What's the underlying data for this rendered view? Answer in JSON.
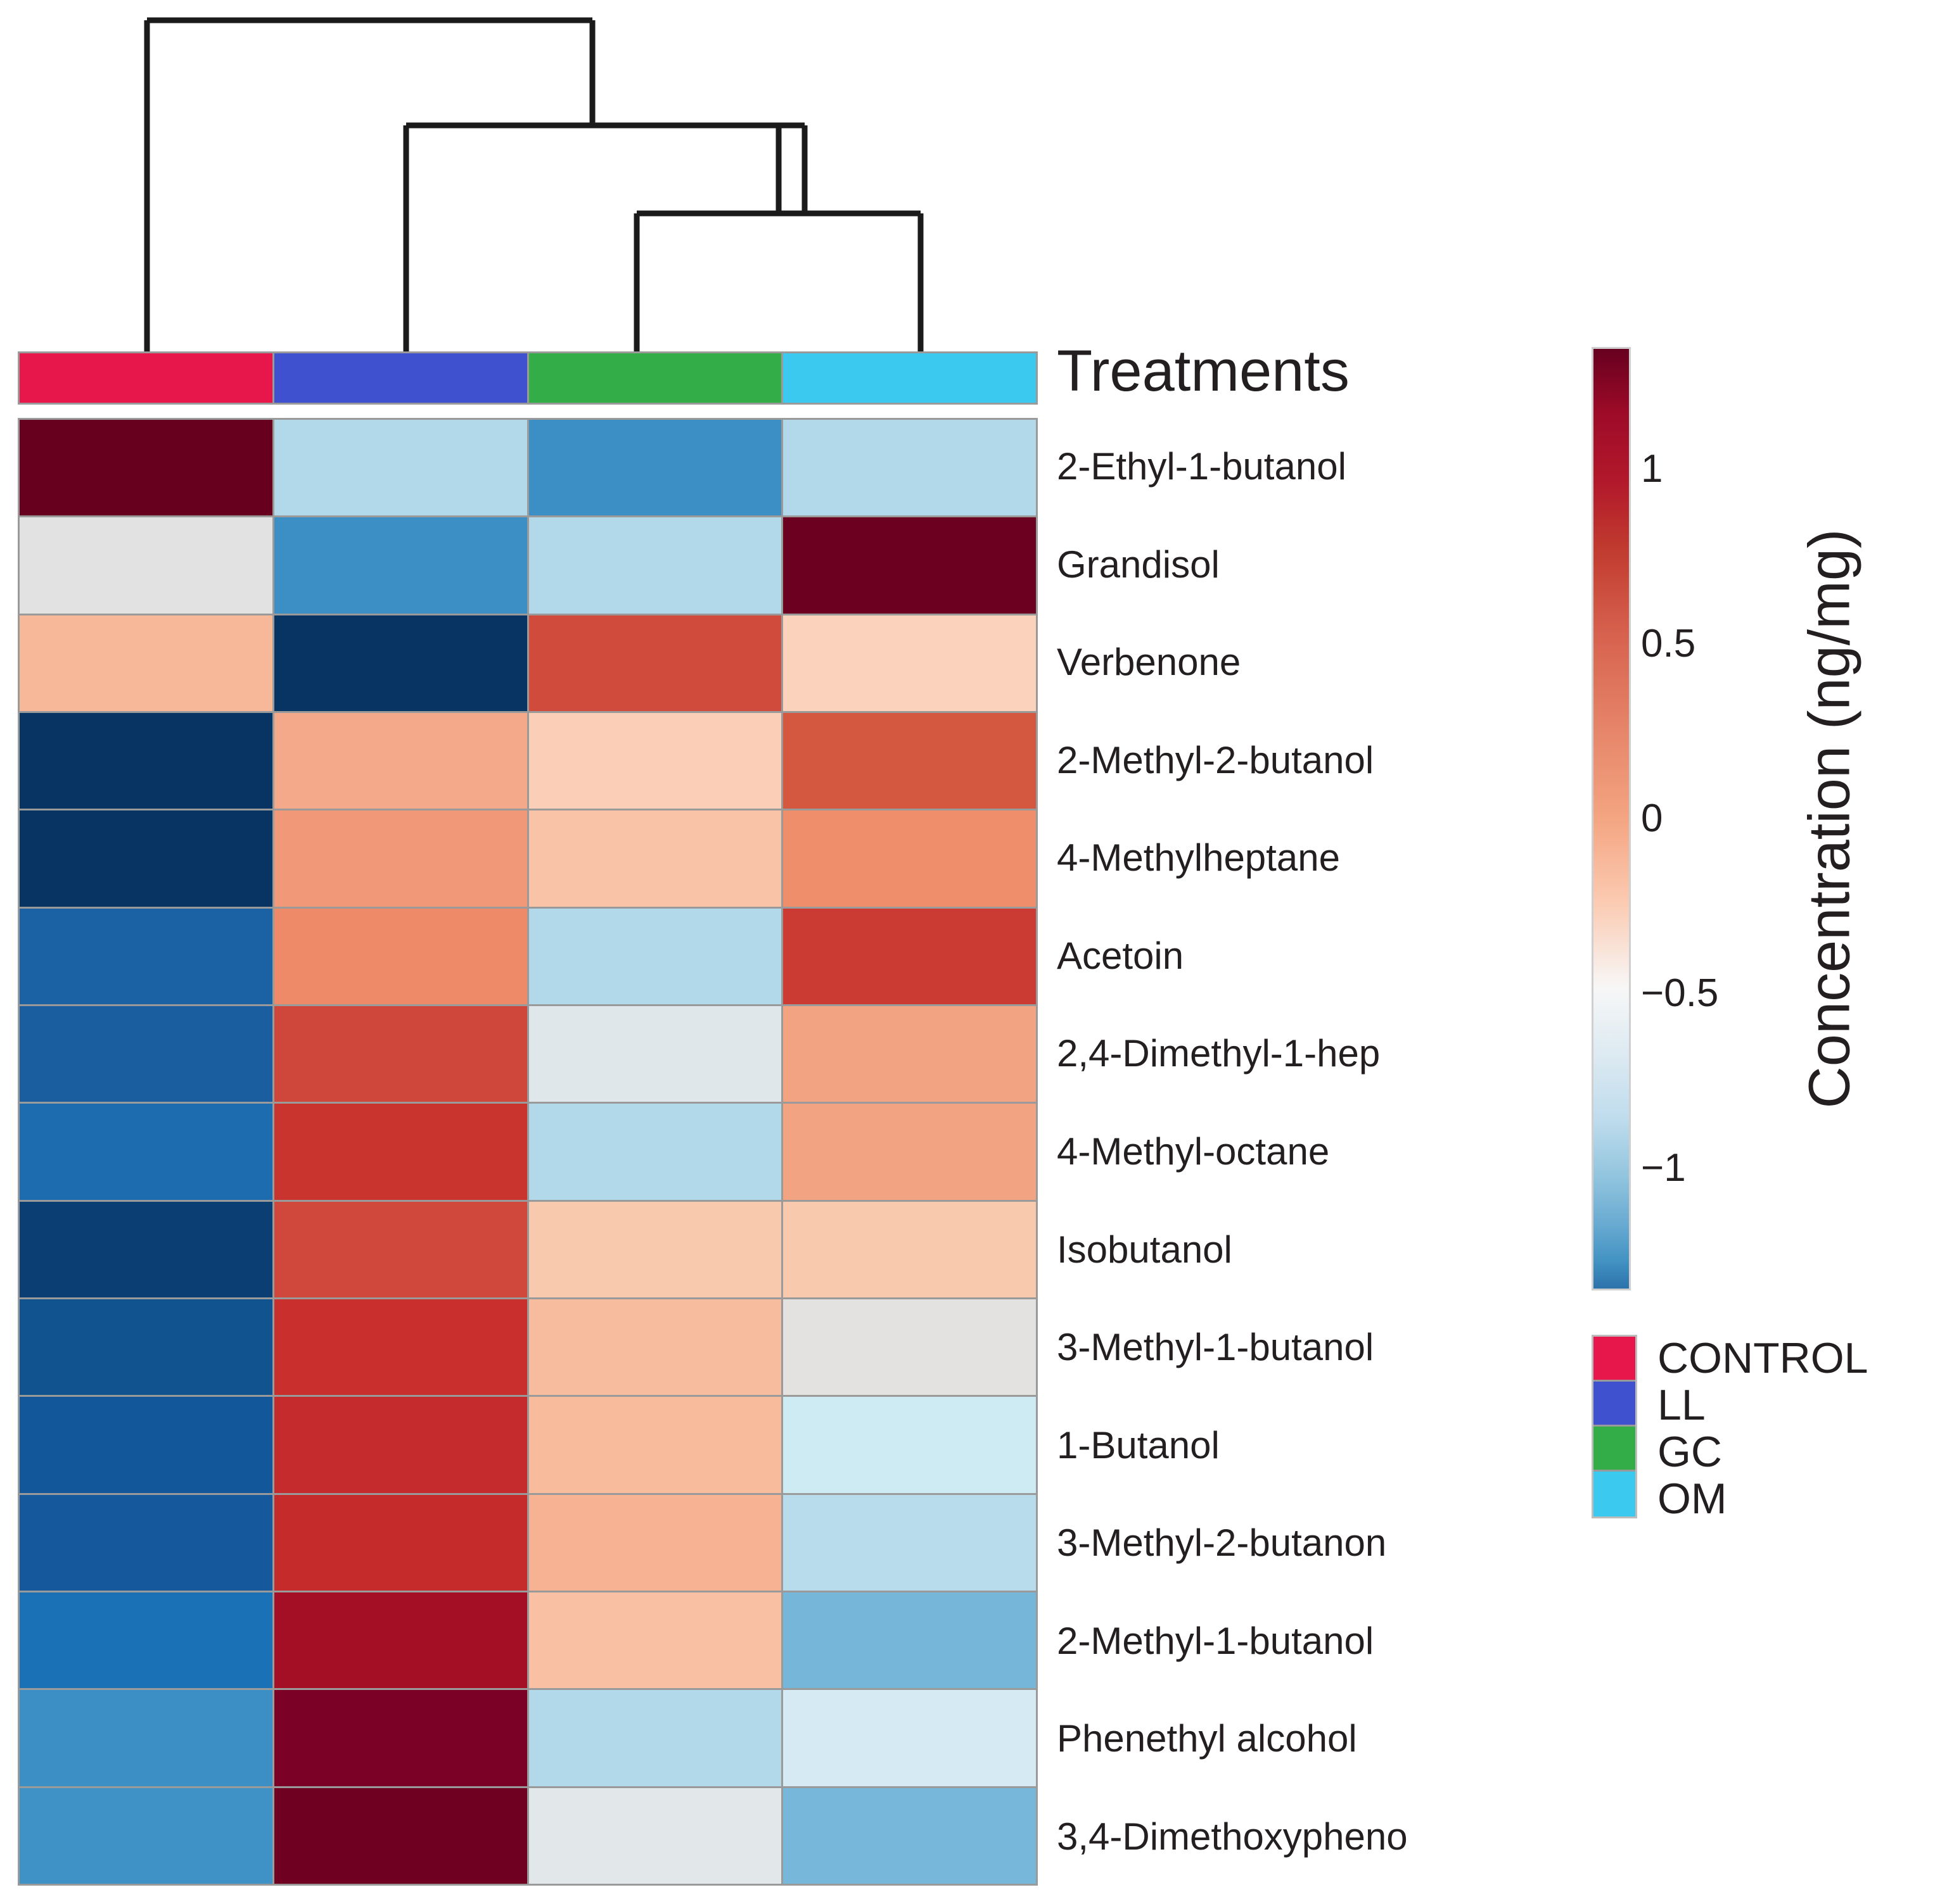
{
  "figure": {
    "treatments_title": "Treatments",
    "colorbar_axis_label": "Concentration (ng/mg)"
  },
  "colors": {
    "control": "#e8174b",
    "ll": "#3f51cf",
    "gc": "#32ad48",
    "om": "#3cc9f0",
    "grid": "#9a9a9a"
  },
  "legend": {
    "items": [
      {
        "label": "CONTROL",
        "color": "#e8174b"
      },
      {
        "label": "LL",
        "color": "#3f51cf"
      },
      {
        "label": "GC",
        "color": "#32ad48"
      },
      {
        "label": "OM",
        "color": "#3cc9f0"
      }
    ]
  },
  "chart_data": {
    "type": "heatmap",
    "title": "",
    "xlabel": "",
    "ylabel": "",
    "colorbar_label": "Concentration (ng/mg)",
    "colormap": "RdBu_r",
    "zlim": [
      -1.35,
      1.35
    ],
    "colorbar_ticks": [
      "1",
      "0.5",
      "0",
      "-0.5",
      "-1"
    ],
    "colorbar_tick_values": [
      1,
      0.5,
      0,
      -0.5,
      -1
    ],
    "legend_position": "right",
    "grid": true,
    "columns": [
      "CONTROL",
      "LL",
      "GC",
      "OM"
    ],
    "column_colors": [
      "#e8174b",
      "#3f51cf",
      "#32ad48",
      "#3cc9f0"
    ],
    "rows": [
      "2-Ethyl-1-butanol",
      "Grandisol",
      "Verbenone",
      "2-Methyl-2-butanol",
      "4-Methylheptane",
      "Acetoin",
      "2,4-Dimethyl-1-hep",
      "4-Methyl-octane",
      "Isobutanol",
      "3-Methyl-1-butanol",
      "1-Butanol",
      "3-Methyl-2-butanon",
      "2-Methyl-1-butanol",
      "Phenethyl alcohol",
      "3,4-Dimethoxypheno"
    ],
    "values": [
      [
        1.32,
        -0.55,
        -0.95,
        -0.55
      ],
      [
        0.02,
        -0.93,
        -0.55,
        1.32
      ],
      [
        0.52,
        -1.33,
        0.86,
        0.4
      ],
      [
        -1.33,
        0.53,
        0.38,
        0.88
      ],
      [
        -1.33,
        0.62,
        0.45,
        0.7
      ],
      [
        -1.05,
        0.7,
        -0.52,
        1.0
      ],
      [
        -1.12,
        0.95,
        0.05,
        0.62
      ],
      [
        -0.98,
        1.08,
        -0.5,
        0.62
      ],
      [
        -1.2,
        1.05,
        0.38,
        0.4
      ],
      [
        -1.1,
        1.12,
        0.48,
        0.05
      ],
      [
        -1.08,
        1.15,
        0.58,
        -0.35
      ],
      [
        -1.05,
        1.15,
        0.62,
        -0.5
      ],
      [
        -0.88,
        1.28,
        0.48,
        -0.78
      ],
      [
        -0.88,
        1.33,
        -0.55,
        -0.3
      ],
      [
        -0.8,
        1.33,
        0.02,
        -0.75
      ]
    ],
    "cell_colors": [
      [
        "#67001f",
        "#b2d9ea",
        "#3b8fc4",
        "#b2d9ea"
      ],
      [
        "#e2e2e2",
        "#3b8fc4",
        "#b2d9ea",
        "#6b0020"
      ],
      [
        "#f7b799",
        "#083463",
        "#d14b3c",
        "#fbd2bc"
      ],
      [
        "#083463",
        "#f4a98a",
        "#fbcfb7",
        "#d4573f"
      ],
      [
        "#083463",
        "#f09878",
        "#f9c3a7",
        "#ef8e6b"
      ],
      [
        "#1b62a5",
        "#ee8a68",
        "#b2d9ea",
        "#cc3b33"
      ],
      [
        "#1b5ea0",
        "#cf473b",
        "#dfe7ea",
        "#f2a381"
      ],
      [
        "#1d6cb0",
        "#c9342f",
        "#b2d9ea",
        "#f2a381"
      ],
      [
        "#0b3f74",
        "#d0473b",
        "#f9c9ae",
        "#f9c9ae"
      ],
      [
        "#10538e",
        "#c92f2d",
        "#f7bb9d",
        "#e3e2e0"
      ],
      [
        "#11579a",
        "#c52a2c",
        "#f8bb9c",
        "#ceeaf3"
      ],
      [
        "#15599c",
        "#c62b2c",
        "#f7b294",
        "#b9dced"
      ],
      [
        "#1b71b5",
        "#a50f26",
        "#f9c0a3",
        "#76b6d9"
      ],
      [
        "#3b8fc4",
        "#7b0226",
        "#b2d9ea",
        "#d6eaf4"
      ],
      [
        "#3f92c6",
        "#6f0021",
        "#e2e7e9",
        "#77b7da"
      ]
    ]
  },
  "dendrogram": {
    "description": "column clustering: CONTROL splits first; LL joins (GC, OM)",
    "leaves": [
      "CONTROL",
      "LL",
      "GC",
      "OM"
    ]
  }
}
